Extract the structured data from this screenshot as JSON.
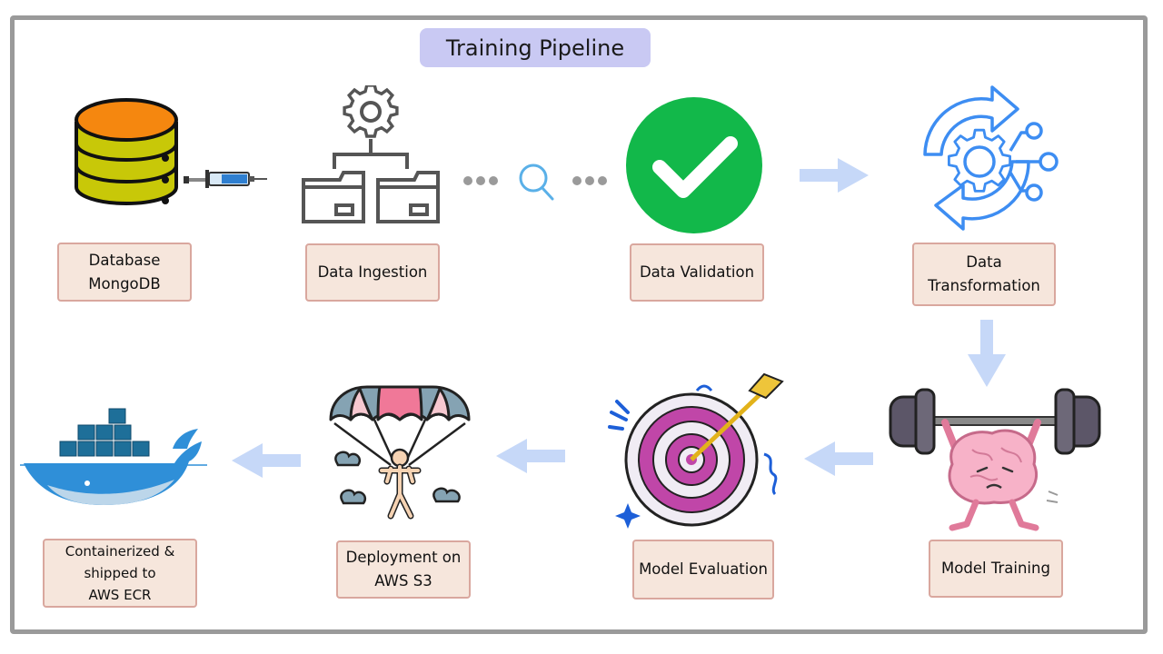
{
  "title": "Training Pipeline",
  "steps": [
    {
      "label": "Database\nMongoDB"
    },
    {
      "label": "Data Ingestion"
    },
    {
      "label": "Data Validation"
    },
    {
      "label": "Data\nTransformation"
    },
    {
      "label": "Model Training"
    },
    {
      "label": "Model Evaluation"
    },
    {
      "label": "Deployment on\nAWS S3"
    },
    {
      "label": "Containerized &\nshipped to\nAWS ECR"
    }
  ],
  "colors": {
    "frame": "#9a9a9a",
    "title_bg": "#c9c9f3",
    "label_bg": "#f6e6dc",
    "label_border": "#d9a79e",
    "arrow": "#c6d8f8",
    "check": "#12b84a",
    "transform_blue": "#3d8df2",
    "docker_blue": "#2f8fd8"
  },
  "icons": [
    "database-icon",
    "syringe-icon",
    "gear-folders-icon",
    "magnifier-icon",
    "check-circle-icon",
    "transform-gear-icon",
    "brain-barbell-icon",
    "target-icon",
    "parachute-icon",
    "docker-whale-icon"
  ]
}
